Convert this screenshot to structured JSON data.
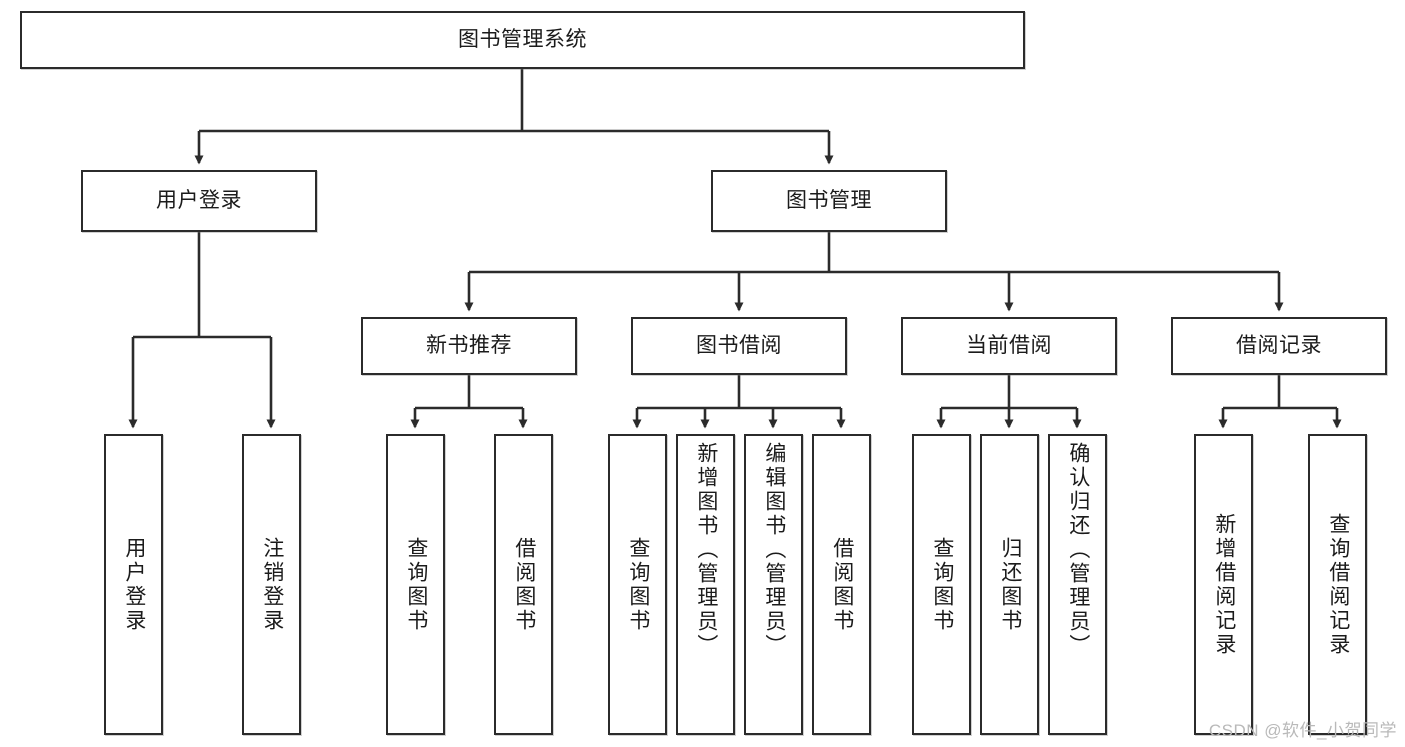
{
  "diagram": {
    "type": "tree-hierarchy-chart",
    "title": "图书管理系统",
    "watermark": "CSDN @软件_小贺同学",
    "colors": {
      "box_border": "#2b2b2b",
      "box_fill": "#ffffff",
      "connector": "#2b2b2b",
      "text": "#1b1b1b",
      "watermark": "#b9b9b9"
    },
    "levels": {
      "root": {
        "label": "图书管理系统"
      },
      "level2": [
        {
          "id": "user-login",
          "label": "用户登录"
        },
        {
          "id": "book-management",
          "label": "图书管理"
        }
      ],
      "level3": [
        {
          "id": "new-book-recommend",
          "label": "新书推荐",
          "parent": "book-management"
        },
        {
          "id": "book-borrow",
          "label": "图书借阅",
          "parent": "book-management"
        },
        {
          "id": "current-borrow",
          "label": "当前借阅",
          "parent": "book-management"
        },
        {
          "id": "borrow-record",
          "label": "借阅记录",
          "parent": "book-management"
        }
      ],
      "leaves": [
        {
          "id": "leaf-user-login",
          "label": "用户登录",
          "parent": "user-login"
        },
        {
          "id": "leaf-logout",
          "label": "注销登录",
          "parent": "user-login"
        },
        {
          "id": "leaf-query-book-1",
          "label": "查询图书",
          "parent": "new-book-recommend"
        },
        {
          "id": "leaf-borrow-book-1",
          "label": "借阅图书",
          "parent": "new-book-recommend"
        },
        {
          "id": "leaf-query-book-2",
          "label": "查询图书",
          "parent": "book-borrow"
        },
        {
          "id": "leaf-add-book",
          "label": "新增图书（管理员）",
          "parent": "book-borrow"
        },
        {
          "id": "leaf-edit-book",
          "label": "编辑图书（管理员）",
          "parent": "book-borrow"
        },
        {
          "id": "leaf-borrow-book-2",
          "label": "借阅图书",
          "parent": "book-borrow"
        },
        {
          "id": "leaf-query-book-3",
          "label": "查询图书",
          "parent": "current-borrow"
        },
        {
          "id": "leaf-return-book",
          "label": "归还图书",
          "parent": "current-borrow"
        },
        {
          "id": "leaf-confirm-return",
          "label": "确认归还（管理员）",
          "parent": "current-borrow"
        },
        {
          "id": "leaf-add-record",
          "label": "新增借阅记录",
          "parent": "borrow-record"
        },
        {
          "id": "leaf-query-record",
          "label": "查询借阅记录",
          "parent": "borrow-record"
        }
      ]
    }
  }
}
